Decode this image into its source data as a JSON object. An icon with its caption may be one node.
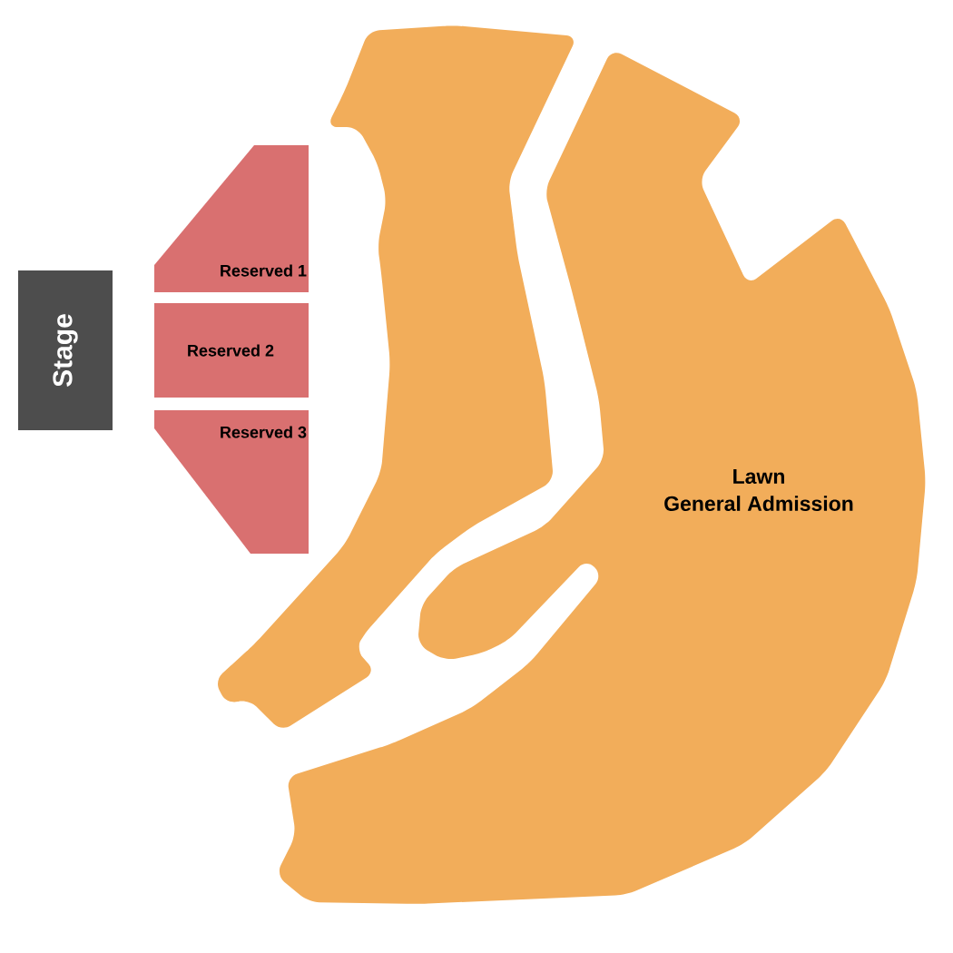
{
  "diagram": {
    "nodes": [
      {
        "text": [
          "Stage"
        ]
      },
      {
        "text": [
          "Reserved 1"
        ]
      },
      {
        "text": [
          "Reserved 2"
        ]
      },
      {
        "text": [
          "Reserved 3"
        ]
      },
      {
        "text": [
          "Lawn",
          "General Admission"
        ]
      }
    ]
  }
}
